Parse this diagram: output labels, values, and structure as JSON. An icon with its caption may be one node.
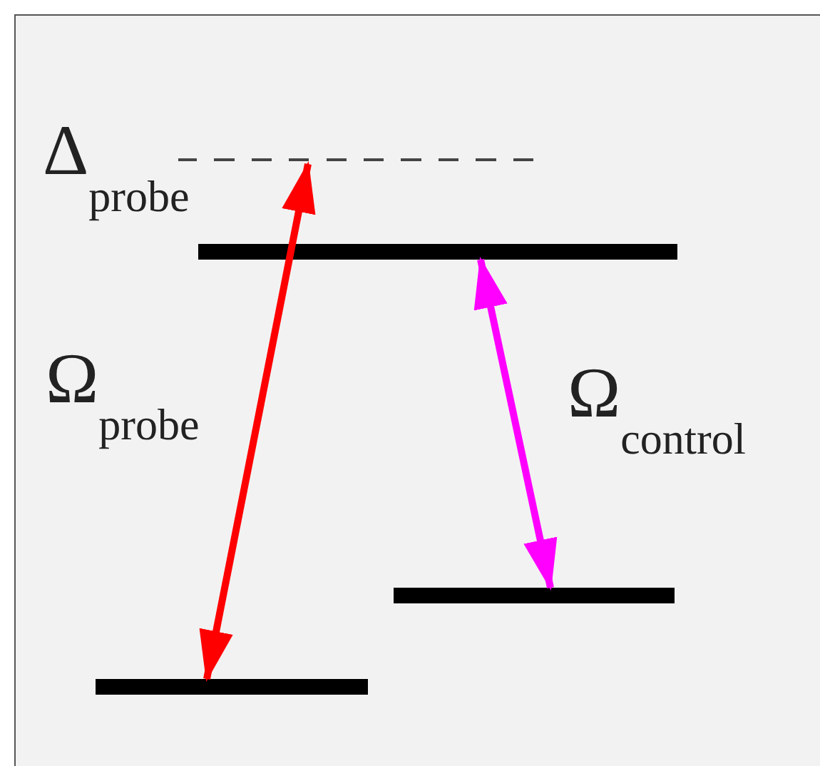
{
  "diagram": {
    "nodes": [
      {
        "text": [],
        "shape": "line"
      },
      {
        "text": [],
        "shape": "bar"
      },
      {
        "text": [],
        "shape": "bar"
      },
      {
        "text": [],
        "shape": "bar"
      }
    ],
    "edges": [
      {
        "from": 2,
        "to": 0,
        "arrow": "both",
        "color": "#ff0000"
      },
      {
        "from": 1,
        "to": 3,
        "arrow": "both",
        "color": "#ff00ff"
      }
    ],
    "labels": [
      "Δ$_{probe}$",
      "Ω$_{probe}$",
      "Ω$_{control}$"
    ]
  }
}
